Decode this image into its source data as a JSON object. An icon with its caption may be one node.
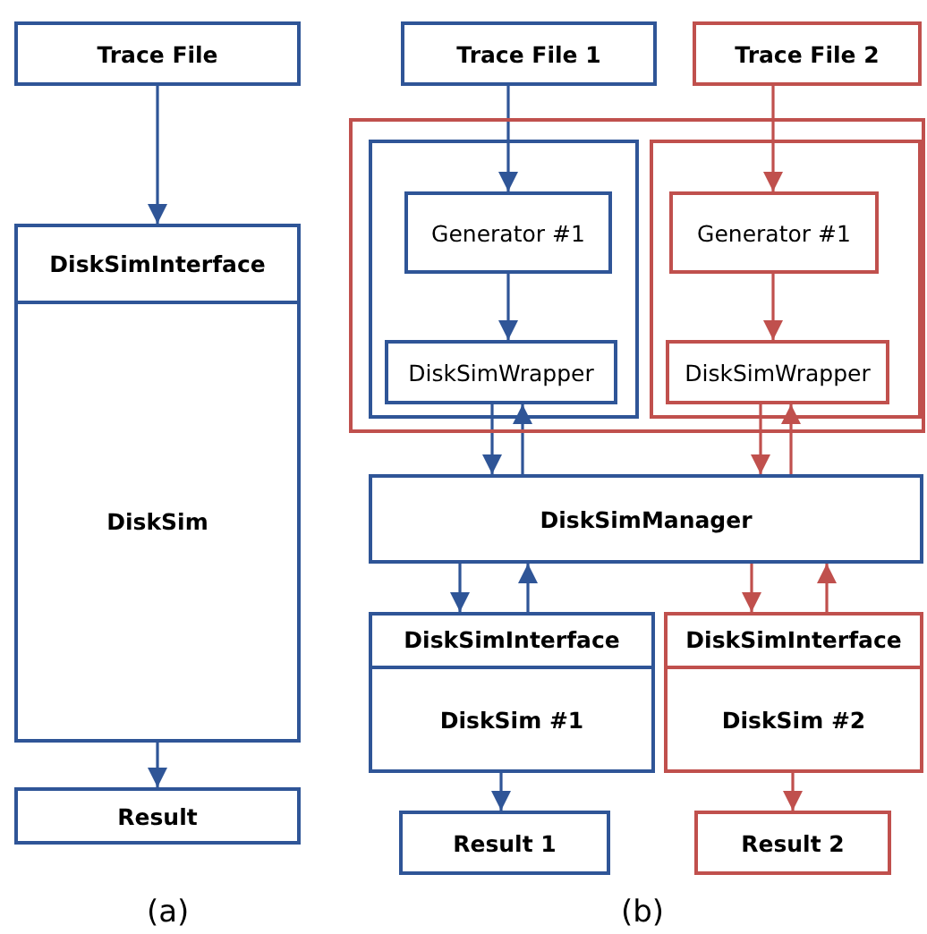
{
  "diagram": {
    "nodes": [
      {
        "text": [
          "Trace File"
        ]
      },
      {
        "text": [
          "DiskSimInterface",
          "DiskSim"
        ]
      },
      {
        "text": [
          "Result"
        ]
      },
      {
        "text": [
          "Trace File 1"
        ]
      },
      {
        "text": [
          "Trace File 2"
        ]
      },
      {
        "text": [],
        "shape": "box"
      },
      {
        "text": [],
        "shape": "box",
        "in": 5
      },
      {
        "text": [
          "Generator #1"
        ],
        "in": 6
      },
      {
        "text": [
          "DiskSimWrapper"
        ],
        "in": 6
      },
      {
        "text": [],
        "shape": "box",
        "in": 5
      },
      {
        "text": [
          "Generator #1"
        ],
        "in": 9
      },
      {
        "text": [
          "DiskSimWrapper"
        ],
        "in": 9
      },
      {
        "text": [
          "DiskSimManager"
        ]
      },
      {
        "text": [
          "DiskSimInterface",
          "DiskSim #1"
        ]
      },
      {
        "text": [
          "DiskSimInterface",
          "DiskSim #2"
        ]
      },
      {
        "text": [
          "Result 1"
        ]
      },
      {
        "text": [
          "Result 2"
        ]
      }
    ],
    "edges": [
      {
        "from": 0,
        "to": 1,
        "arrow": "to"
      },
      {
        "from": 1,
        "to": 2,
        "arrow": "to"
      },
      {
        "from": 3,
        "to": 7,
        "arrow": "to"
      },
      {
        "from": 7,
        "to": 8,
        "arrow": "to"
      },
      {
        "from": 8,
        "to": 12,
        "arrow": "to"
      },
      {
        "from": 12,
        "to": 8,
        "arrow": "to"
      },
      {
        "from": 4,
        "to": 10,
        "arrow": "to",
        "color": "#c0504d"
      },
      {
        "from": 10,
        "to": 11,
        "arrow": "to",
        "color": "#c0504d"
      },
      {
        "from": 11,
        "to": 12,
        "arrow": "to",
        "color": "#c0504d"
      },
      {
        "from": 12,
        "to": 11,
        "arrow": "to",
        "color": "#c0504d"
      },
      {
        "from": 12,
        "to": 13,
        "arrow": "to"
      },
      {
        "from": 13,
        "to": 12,
        "arrow": "to"
      },
      {
        "from": 12,
        "to": 14,
        "arrow": "to",
        "color": "#c0504d"
      },
      {
        "from": 14,
        "to": 12,
        "arrow": "to",
        "color": "#c0504d"
      },
      {
        "from": 13,
        "to": 15,
        "arrow": "to"
      },
      {
        "from": 14,
        "to": 16,
        "arrow": "to",
        "color": "#c0504d"
      }
    ],
    "labels": [
      "(a)",
      "(b)"
    ]
  }
}
